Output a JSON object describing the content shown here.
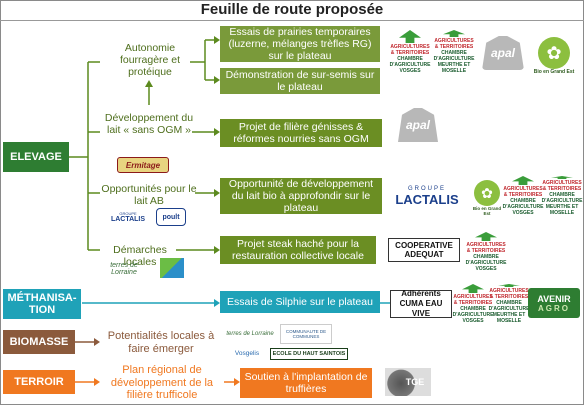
{
  "title": "Feuille de route proposée",
  "categories": {
    "elevage": "ELEVAGE",
    "methanisation": "MÉTHANISA-\nTION",
    "biomasse": "BIOMASSE",
    "terroir": "TERROIR"
  },
  "elevage": {
    "autonomie": "Autonomie fourragère et protéique",
    "developpement": "Développement du lait « sans OGM »",
    "opportunites": "Opportunités pour le lait AB",
    "demarches": "Démarches locales",
    "box_prairies": "Essais de prairies temporaires (luzerne, mélanges trèfles RG) sur le plateau",
    "box_sursemis": "Démonstration de sur-semis sur le plateau",
    "box_genisses": "Projet de filière génisses & réformes nourries sans OGM",
    "box_lait_bio": "Opportunité de développement du lait bio à approfondir sur le plateau",
    "box_steak": "Projet steak haché pour la restauration collective locale"
  },
  "methanisation": {
    "box_silphie": "Essais de Silphie sur le plateau",
    "partners": "Adhérents CUMA EAU VIVE"
  },
  "biomasse": {
    "label": "Potentialités locales à faire émerger"
  },
  "terroir": {
    "label": "Plan régional de développement de la filière trufficole",
    "box_truffieres": "Soutien à l'implantation de truffières"
  },
  "logos": {
    "ca_name": "AGRICULTURES & TERRITOIRES",
    "ca_sub_vosges": "CHAMBRE D'AGRICULTURE VOSGES",
    "ca_sub_mm": "CHAMBRE D'AGRICULTURE MEURTHE ET MOSELLE",
    "apal": "apal",
    "bio_grand_est": "Bio en Grand Est",
    "ermitage": "Ermitage",
    "lactalis_top": "GROUPE",
    "lactalis": "LACTALIS",
    "poult": "poult",
    "terres_lorraine": "terres de Lorraine",
    "cooperative": "COOPERATIVE ADEQUAT",
    "avenir": "AVENIR",
    "agro": "AGRO",
    "vosgelis": "Vosgelis",
    "ecole": "ECOLE DU HAUT SAINTOIS",
    "communaute": "COMMUNAUTE DE COMMUNES",
    "tge": "TGE"
  },
  "colors": {
    "green_cat": "#2e7d32",
    "green_box": "#6b8e23",
    "teal": "#1fa2b8",
    "brown": "#8b5a3c",
    "orange": "#f07820"
  }
}
